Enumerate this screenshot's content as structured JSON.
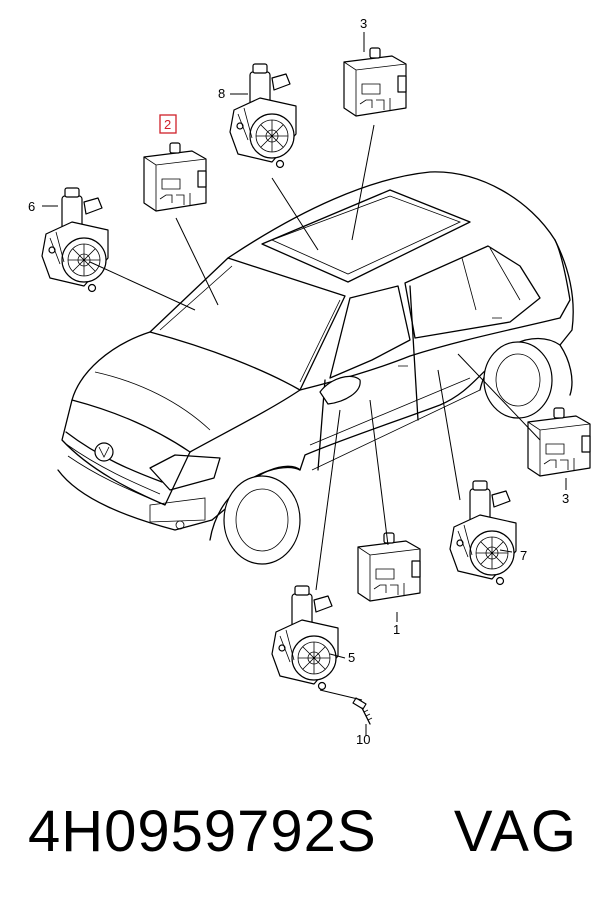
{
  "callouts": {
    "c1": "1",
    "c2": "2",
    "c3a": "3",
    "c3b": "3",
    "c5": "5",
    "c6": "6",
    "c7": "7",
    "c8": "8",
    "c10": "10"
  },
  "highlighted_callout": "2",
  "footer": {
    "part_number": "4H0959792S",
    "brand": "VAG"
  },
  "colors": {
    "highlight": "#d0202a",
    "ink": "#000000",
    "background": "#ffffff"
  }
}
